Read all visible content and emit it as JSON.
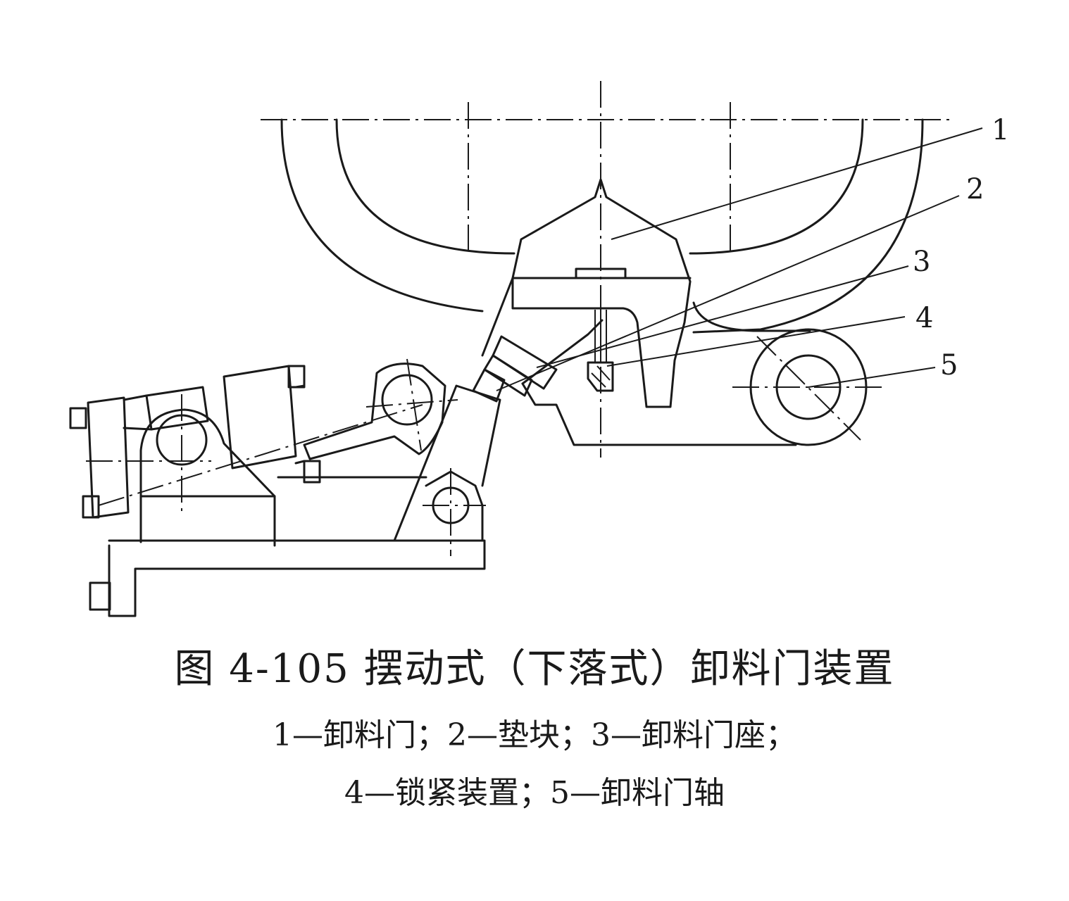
{
  "figure": {
    "title": "图 4-105   摆动式（下落式）卸料门装置",
    "legend_line1": "1—卸料门；2—垫块；3—卸料门座；",
    "legend_line2": "4—锁紧装置；5—卸料门轴"
  },
  "callouts": [
    {
      "number": "1",
      "part": "卸料门"
    },
    {
      "number": "2",
      "part": "垫块"
    },
    {
      "number": "3",
      "part": "卸料门座"
    },
    {
      "number": "4",
      "part": "锁紧装置"
    },
    {
      "number": "5",
      "part": "卸料门轴"
    }
  ]
}
